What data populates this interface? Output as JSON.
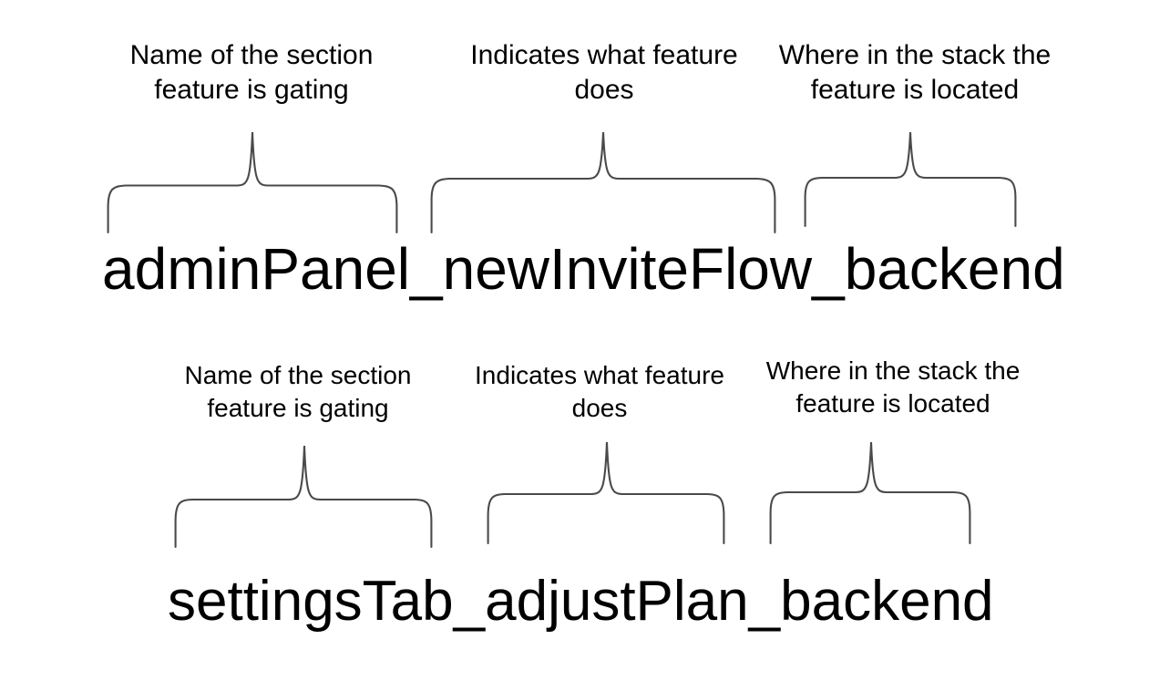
{
  "diagram": {
    "title_hidden": "",
    "background_color": "#ffffff",
    "text_color": "#000000",
    "brace_color": "#4a4a4a",
    "rows": [
      {
        "id": "row-1",
        "identifier": "adminPanel_newInviteFlow_backend",
        "segments": [
          {
            "token": "adminPanel",
            "annotation": "Name of the section\nfeature is gating"
          },
          {
            "token": "newInviteFlow",
            "annotation": "Indicates what feature\ndoes"
          },
          {
            "token": "backend",
            "annotation": "Where in the stack the\nfeature is located"
          }
        ]
      },
      {
        "id": "row-2",
        "identifier": "settingsTab_adjustPlan_backend",
        "segments": [
          {
            "token": "settingsTab",
            "annotation": "Name of the section\nfeature is gating"
          },
          {
            "token": "adjustPlan",
            "annotation": "Indicates what feature\ndoes"
          },
          {
            "token": "backend",
            "annotation": "Where in the stack the\nfeature is located"
          }
        ]
      }
    ]
  }
}
